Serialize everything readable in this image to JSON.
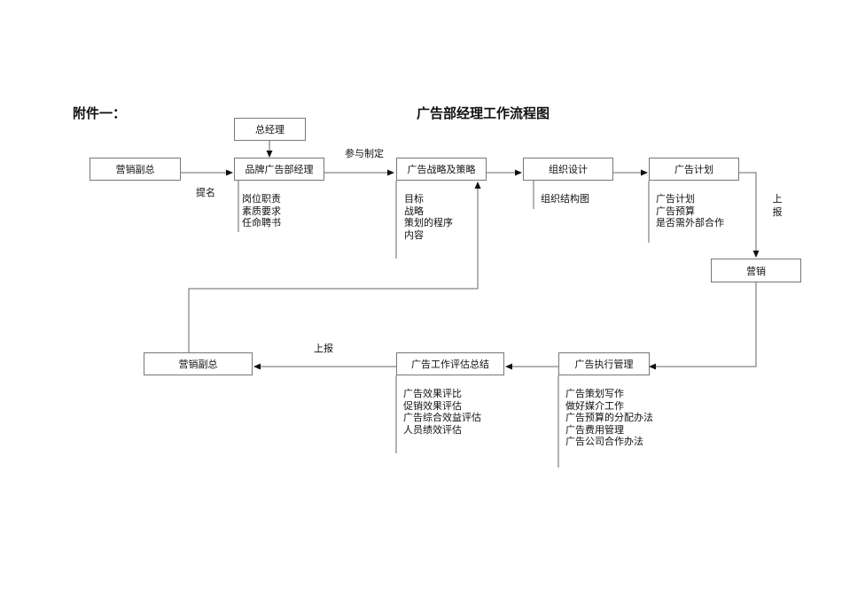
{
  "header": {
    "attachment": "附件一：",
    "title": "广告部经理工作流程图"
  },
  "nodes": {
    "ceo": "总经理",
    "vp_top": "营销副总",
    "brand_mgr": "品牌广告部经理",
    "strategy": "广告战略及策略",
    "org_design": "组织设计",
    "ad_plan": "广告计划",
    "marketing": "营销",
    "execution": "广告执行管理",
    "evaluation": "广告工作评估总结",
    "vp_bottom": "营销副总"
  },
  "notes": {
    "brand_mgr": [
      "岗位职责",
      "素质要求",
      "任命聘书"
    ],
    "strategy": [
      "目标",
      "战略",
      "策划的程序",
      "内容"
    ],
    "org_design": [
      "组织结构图"
    ],
    "ad_plan": [
      "广告计划",
      "广告预算",
      "是否需外部合作"
    ],
    "evaluation": [
      "广告效果评比",
      "促销效果评估",
      "广告综合效益评估",
      "人员绩效评估"
    ],
    "execution": [
      "广告策划写作",
      "做好媒介工作",
      "广告预算的分配办法",
      "广告费用管理",
      "广告公司合作办法"
    ]
  },
  "edge_labels": {
    "nominate": "提名",
    "participate": "参与制定",
    "report_up_bottom": "上报",
    "report_up_right": [
      "上",
      "报"
    ]
  }
}
